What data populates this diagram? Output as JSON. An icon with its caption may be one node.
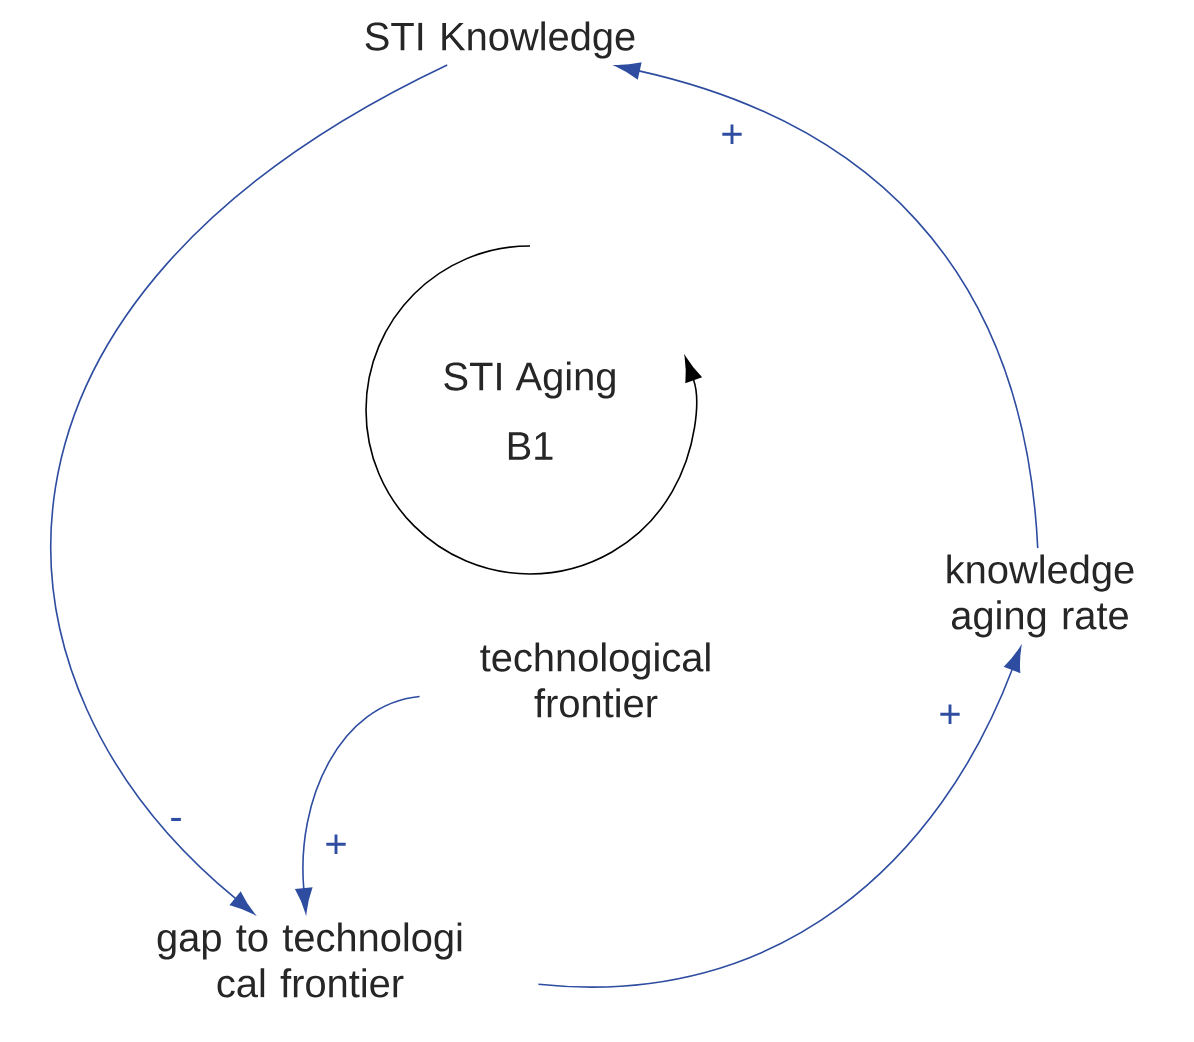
{
  "diagram": {
    "nodes": [
      {
        "text": [
          "STI Knowledge"
        ]
      },
      {
        "text": [
          "knowledge aging rate"
        ]
      },
      {
        "text": [
          "technological frontier"
        ]
      },
      {
        "text": [
          "gap to technologi cal frontier"
        ]
      }
    ],
    "edges": [
      {
        "from": 0,
        "to": 3,
        "arrow": "to",
        "label": "-"
      },
      {
        "from": 2,
        "to": 3,
        "arrow": "to",
        "label": "+"
      },
      {
        "from": 3,
        "to": 1,
        "arrow": "to",
        "label": "+"
      },
      {
        "from": 1,
        "to": 0,
        "arrow": "to",
        "label": "+"
      }
    ],
    "labels": [
      "STI Aging",
      "B1"
    ]
  }
}
